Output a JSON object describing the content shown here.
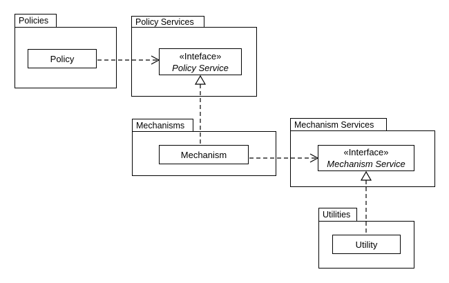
{
  "diagram_type": "UML package diagram",
  "colors": {
    "line": "#000000",
    "background": "#ffffff",
    "text": "#000000"
  },
  "packages": {
    "policies": {
      "label": "Policies"
    },
    "policy_services": {
      "label": "Policy Services"
    },
    "mechanisms": {
      "label": "Mechanisms"
    },
    "mechanism_services": {
      "label": "Mechanism Services"
    },
    "utilities": {
      "label": "Utilities"
    }
  },
  "classes": {
    "policy": {
      "label": "Policy"
    },
    "mechanism": {
      "label": "Mechanism"
    },
    "utility": {
      "label": "Utility"
    }
  },
  "interfaces": {
    "policy_service": {
      "stereotype": "«Inteface»",
      "label": "Policy Service"
    },
    "mechanism_service": {
      "stereotype": "«Interface»",
      "label": "Mechanism Service"
    }
  },
  "relationships": [
    {
      "type": "dependency",
      "from": "Policy",
      "to": "Policy Service",
      "line": "dashed",
      "arrowhead": "open"
    },
    {
      "type": "realization",
      "from": "Mechanism",
      "to": "Policy Service",
      "line": "dashed",
      "arrowhead": "hollow-triangle"
    },
    {
      "type": "dependency",
      "from": "Mechanism",
      "to": "Mechanism Service",
      "line": "dashed",
      "arrowhead": "open"
    },
    {
      "type": "realization",
      "from": "Utility",
      "to": "Mechanism Service",
      "line": "dashed",
      "arrowhead": "hollow-triangle"
    }
  ]
}
